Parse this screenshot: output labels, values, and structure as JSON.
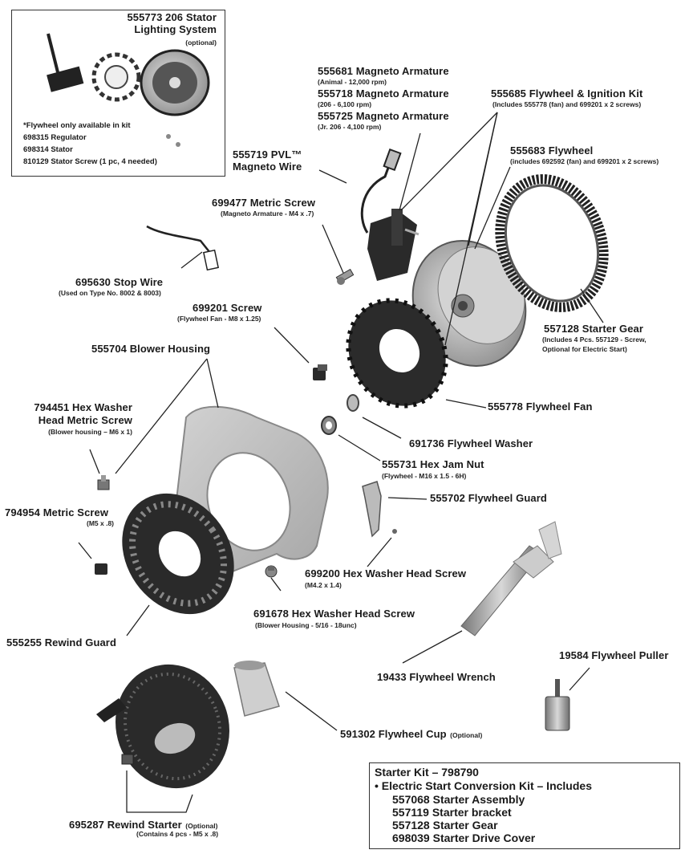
{
  "inset": {
    "title": "555773 206 Stator",
    "title2": "Lighting System",
    "optional": "(optional)",
    "note": "*Flywheel only available in kit",
    "regulator": "698315 Regulator",
    "stator": "698314 Stator",
    "screw": "810129 Stator Screw (1 pc, 4 needed)"
  },
  "armature": {
    "a1": "555681 Magneto Armature",
    "a1_sub": "(Animal - 12,000 rpm)",
    "a2": "555718 Magneto Armature",
    "a2_sub": "(206 - 6,100 rpm)",
    "a3": "555725 Magneto Armature",
    "a3_sub": "(Jr. 206 - 4,100 rpm)"
  },
  "ignition_kit": {
    "name": "555685 Flywheel & Ignition Kit",
    "sub": "(Includes 555778 (fan) and 699201 x 2 screws)"
  },
  "flywheel": {
    "name": "555683 Flywheel",
    "sub": "(includes 692592 (fan) and 699201 x 2 screws)"
  },
  "pvl": {
    "line1": "555719 PVL™",
    "line2": "Magneto Wire"
  },
  "metric_screw_699477": {
    "name": "699477 Metric Screw",
    "sub": "(Magneto Armature - M4 x .7)"
  },
  "stop_wire": {
    "name": "695630 Stop Wire",
    "sub": "(Used on Type No. 8002 & 8003)"
  },
  "screw_699201": {
    "name": "699201 Screw",
    "sub": "(Flywheel Fan - M8 x 1.25)"
  },
  "starter_gear": {
    "name": "557128 Starter Gear",
    "sub1": "(Includes 4 Pcs. 557129 - Screw,",
    "sub2": "Optional for Electric Start)"
  },
  "blower_housing": {
    "name": "555704 Blower Housing"
  },
  "hex_washer_794451": {
    "line1": "794451 Hex Washer",
    "line2": "Head Metric Screw",
    "sub": "(Blower housing – M6 x 1)"
  },
  "flywheel_fan": {
    "name": "555778 Flywheel Fan"
  },
  "flywheel_washer": {
    "name": "691736 Flywheel Washer"
  },
  "jam_nut": {
    "name": "555731 Hex Jam Nut",
    "sub": "(Flywheel - M16 x 1.5 - 6H)"
  },
  "flywheel_guard": {
    "name": "555702 Flywheel Guard"
  },
  "metric_screw_794954": {
    "name": "794954 Metric Screw",
    "sub": "(M5 x .8)"
  },
  "screw_699200": {
    "name": "699200 Hex Washer Head Screw",
    "sub": "(M4.2 x 1.4)"
  },
  "screw_691678": {
    "name": "691678 Hex Washer Head Screw",
    "sub": "(Blower Housing - 5/16 - 18unc)"
  },
  "rewind_guard": {
    "name": "555255 Rewind Guard"
  },
  "flywheel_puller": {
    "name": "19584 Flywheel Puller"
  },
  "flywheel_wrench": {
    "name": "19433 Flywheel Wrench"
  },
  "flywheel_cup": {
    "name": "591302 Flywheel Cup",
    "opt": "(Optional)"
  },
  "rewind_starter": {
    "name": "695287 Rewind Starter",
    "opt": "(Optional)",
    "sub": "(Contains 4 pcs - M5 x .8)"
  },
  "starter_kit": {
    "title": "Starter Kit – 798790",
    "bullet": "• Electric Start Conversion Kit – Includes",
    "items": [
      "557068 Starter Assembly",
      "557119 Starter bracket",
      "557128 Starter Gear",
      "698039 Starter Drive Cover"
    ]
  },
  "colors": {
    "ink": "#1a1a1a",
    "part_fill": "#b8b8b8",
    "part_dark": "#2a2a2a",
    "housing": "#c6c6c6"
  }
}
